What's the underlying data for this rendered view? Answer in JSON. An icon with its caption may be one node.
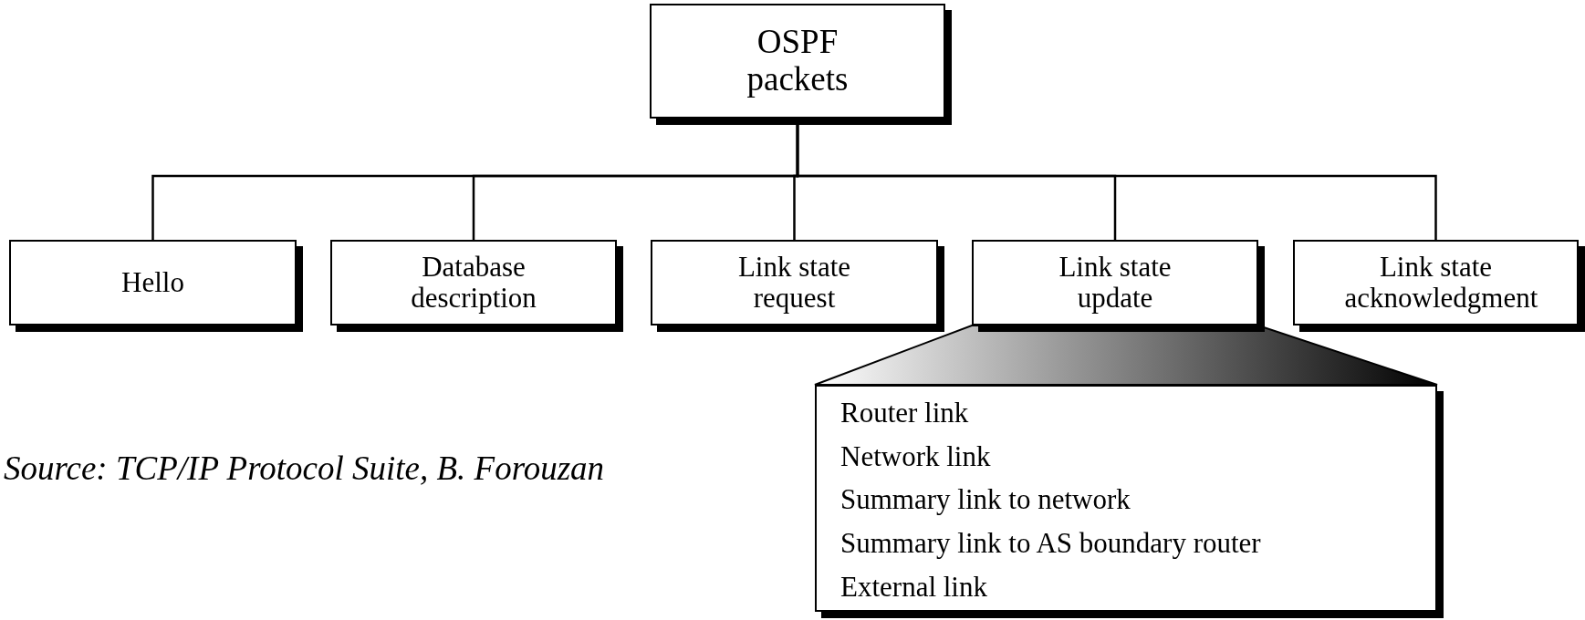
{
  "diagram": {
    "nodes": [
      {
        "text": [
          "OSPF packets"
        ]
      },
      {
        "text": [
          "Hello"
        ]
      },
      {
        "text": [
          "Database description"
        ]
      },
      {
        "text": [
          "Link state request"
        ]
      },
      {
        "text": [
          "Link state update"
        ]
      },
      {
        "text": [
          "Link state acknowledgment"
        ]
      },
      {
        "text": [
          "Router link",
          "Network link",
          "Summary link to network",
          "Summary link to AS boundary router",
          "External link"
        ]
      }
    ],
    "edges": [
      {
        "from": 0,
        "to": 1,
        "arrow": "none"
      },
      {
        "from": 0,
        "to": 2,
        "arrow": "none"
      },
      {
        "from": 0,
        "to": 3,
        "arrow": "none"
      },
      {
        "from": 0,
        "to": 4,
        "arrow": "none"
      },
      {
        "from": 0,
        "to": 5,
        "arrow": "none"
      },
      {
        "from": 4,
        "to": 6,
        "arrow": "none",
        "style": "thick"
      }
    ],
    "labels": [
      "Source: TCP/IP Protocol Suite, B. Forouzan"
    ]
  }
}
